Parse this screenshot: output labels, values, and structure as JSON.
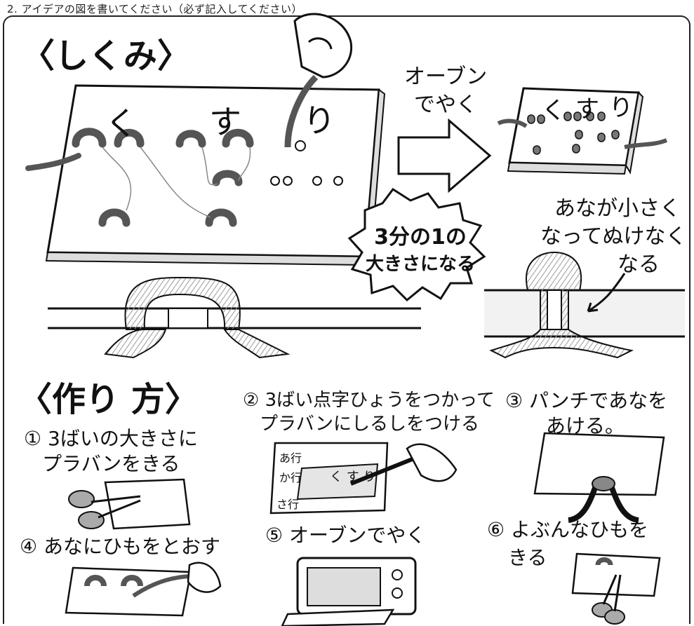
{
  "header": {
    "text": "2. アイデアの図を書いてください（必ず記入してください）"
  },
  "mechanism": {
    "title": "〈しくみ〉",
    "board_letters": [
      "く",
      "す",
      "り"
    ],
    "arrow_text_line1": "オーブン",
    "arrow_text_line2": "でやく",
    "burst_line1": "3分の1の",
    "burst_line2": "大きさになる",
    "note_line1": "あなが小さく",
    "note_line2": "なってぬけなく",
    "note_line3": "なる",
    "result_letters": [
      "く",
      "す",
      "り"
    ]
  },
  "method": {
    "title": "〈作り 方〉",
    "steps": [
      {
        "num": "①",
        "line1": "3ばいの大きさに",
        "line2": "プラバンをきる"
      },
      {
        "num": "②",
        "line1": "3ばい点字ひょうをつかって",
        "line2": "プラバンにしるしをつける"
      },
      {
        "num": "③",
        "line1": "パンチであなを",
        "line2": "あける。"
      },
      {
        "num": "④",
        "line1": "あなにひもをとおす",
        "line2": ""
      },
      {
        "num": "⑤",
        "line1": "オーブンでやく",
        "line2": ""
      },
      {
        "num": "⑥",
        "line1": "よぶんなひもを",
        "line2": "きる"
      }
    ],
    "chart_rows": [
      "あ行",
      "か行",
      "さ行"
    ],
    "sheet_letters": "く す り"
  },
  "colors": {
    "ink": "#111111",
    "string": "#8a8a8a",
    "board": "#ffffff",
    "shade": "#cfcfcf"
  }
}
